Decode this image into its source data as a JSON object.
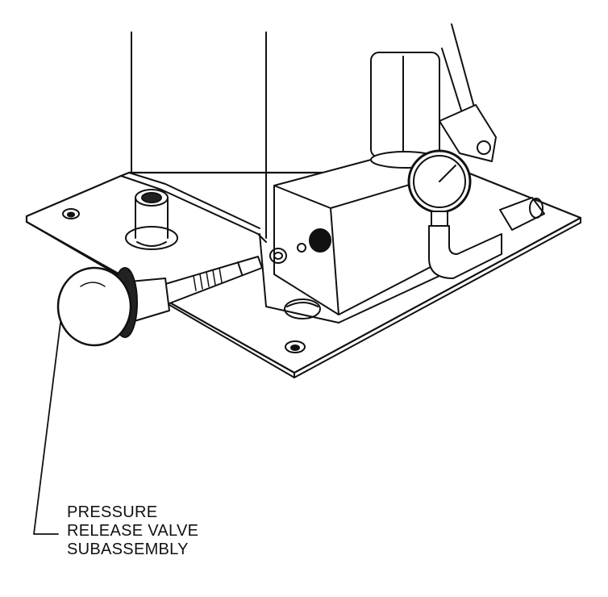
{
  "callout": {
    "lines": [
      "PRESSURE",
      "RELEASE VALVE",
      "SUBASSEMBLY"
    ]
  }
}
